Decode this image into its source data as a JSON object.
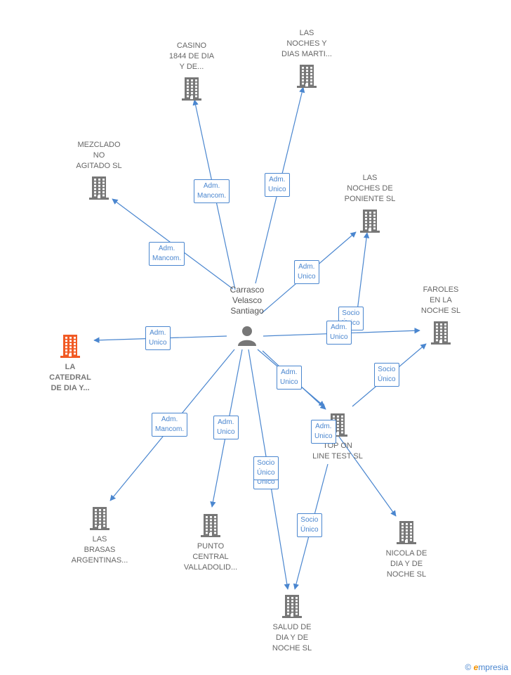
{
  "center": {
    "lines": [
      "Carrasco",
      "Velasco",
      "Santiago"
    ]
  },
  "companies": [
    {
      "id": "casino",
      "lines": [
        "CASINO",
        "1844 DE DIA",
        "Y DE..."
      ],
      "highlight": false
    },
    {
      "id": "noches_marti",
      "lines": [
        "LAS",
        "NOCHES Y",
        "DIAS MARTI..."
      ],
      "highlight": false
    },
    {
      "id": "mezclado",
      "lines": [
        "MEZCLADO",
        "NO",
        "AGITADO SL"
      ],
      "highlight": false
    },
    {
      "id": "noches_poniente",
      "lines": [
        "LAS",
        "NOCHES DE",
        "PONIENTE SL"
      ],
      "highlight": false
    },
    {
      "id": "faroles",
      "lines": [
        "FAROLES",
        "EN LA",
        "NOCHE  SL"
      ],
      "highlight": false
    },
    {
      "id": "catedral",
      "lines": [
        "LA",
        "CATEDRAL",
        "DE DIA Y..."
      ],
      "highlight": true
    },
    {
      "id": "top_on_line",
      "lines": [
        "TOP ON",
        "LINE TEST  SL"
      ],
      "highlight": false
    },
    {
      "id": "brasas",
      "lines": [
        "LAS",
        "BRASAS",
        "ARGENTINAS..."
      ],
      "highlight": false
    },
    {
      "id": "punto_central",
      "lines": [
        "PUNTO",
        "CENTRAL",
        "VALLADOLID..."
      ],
      "highlight": false
    },
    {
      "id": "nicola",
      "lines": [
        "NICOLA DE",
        "DIA Y DE",
        "NOCHE  SL"
      ],
      "highlight": false
    },
    {
      "id": "salud",
      "lines": [
        "SALUD DE",
        "DIA Y DE",
        "NOCHE  SL"
      ],
      "highlight": false
    }
  ],
  "edge_labels": [
    {
      "lines": [
        "Adm.",
        "Mancom."
      ]
    },
    {
      "lines": [
        "Adm.",
        "Unico"
      ]
    },
    {
      "lines": [
        "Adm.",
        "Mancom."
      ]
    },
    {
      "lines": [
        "Adm.",
        "Unico"
      ]
    },
    {
      "lines": [
        "Socio",
        "Único"
      ]
    },
    {
      "lines": [
        "Adm.",
        "Unico"
      ]
    },
    {
      "lines": [
        "Adm.",
        "Unico"
      ]
    },
    {
      "lines": [
        "Socio",
        "Único"
      ]
    },
    {
      "lines": [
        "Adm.",
        "Unico"
      ]
    },
    {
      "lines": [
        "Adm.",
        "Unico"
      ]
    },
    {
      "lines": [
        "Adm.",
        "Mancom."
      ]
    },
    {
      "lines": [
        "Adm.",
        "Unico"
      ]
    },
    {
      "lines": [
        "Adm.",
        "Unico"
      ]
    },
    {
      "lines": [
        "Socio",
        "Único"
      ]
    },
    {
      "lines": [
        "Socio",
        "Único"
      ]
    }
  ],
  "colors": {
    "edge": "#4a86cf",
    "building": "#777777",
    "highlight": "#f15a24"
  },
  "footer": {
    "copyright": "©",
    "brand_e": "e",
    "brand_rest": "mpresia"
  }
}
